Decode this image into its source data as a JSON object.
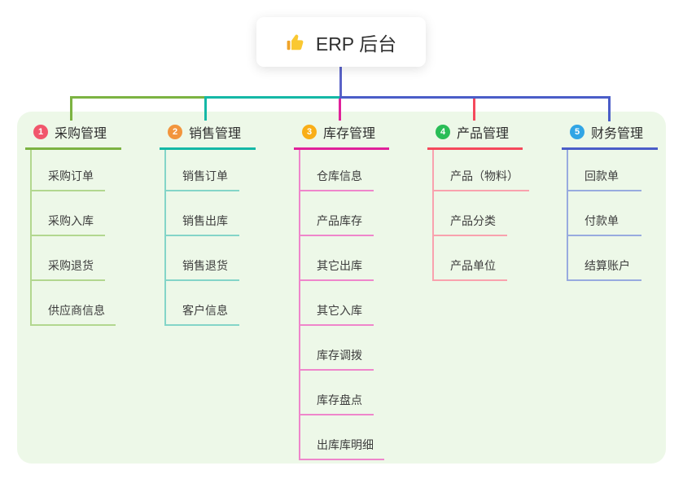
{
  "root": {
    "icon": "thumbs-up-icon",
    "title": "ERP 后台"
  },
  "colors": {
    "canvas_panel": "#edf8e8",
    "root_line": "#5a63c8"
  },
  "branches": [
    {
      "num": "1",
      "title": "采购管理",
      "badge_color": "#f1566c",
      "line_color": "#7cb342",
      "line_light": "#b2d78f",
      "children": [
        "采购订单",
        "采购入库",
        "采购退货",
        "供应商信息"
      ]
    },
    {
      "num": "2",
      "title": "销售管理",
      "badge_color": "#f2953d",
      "line_color": "#14b8a6",
      "line_light": "#84d5c8",
      "children": [
        "销售订单",
        "销售出库",
        "销售退货",
        "客户信息"
      ]
    },
    {
      "num": "3",
      "title": "库存管理",
      "badge_color": "#f9ae17",
      "line_color": "#e0219a",
      "line_light": "#ef86cb",
      "children": [
        "仓库信息",
        "产品库存",
        "其它出库",
        "其它入库",
        "库存调拨",
        "库存盘点",
        "出库库明细"
      ]
    },
    {
      "num": "4",
      "title": "产品管理",
      "badge_color": "#2abd57",
      "line_color": "#f5495c",
      "line_light": "#f9a2ae",
      "children": [
        "产品（物料）",
        "产品分类",
        "产品单位"
      ]
    },
    {
      "num": "5",
      "title": "财务管理",
      "badge_color": "#31a5e5",
      "line_color": "#4a5dc8",
      "line_light": "#98abdf",
      "children": [
        "回款单",
        "付款单",
        "结算账户"
      ]
    }
  ]
}
